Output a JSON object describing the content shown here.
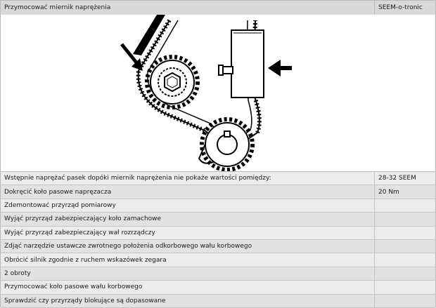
{
  "header": {
    "title": "Przymocować miernik naprężenia",
    "tool": "SEEM-o-tronic"
  },
  "diagram": {
    "stroke": "#000000"
  },
  "steps": [
    {
      "text": "Wstępnie naprężać pasek dopóki miernik naprężenia nie pokaże wartości pomiędzy:",
      "value": "28-32 SEEM"
    },
    {
      "text": "Dokręcić koło pasowe napręzacza",
      "value": "20 Nm"
    },
    {
      "text": "Zdemontować przyrząd pomiarowy",
      "value": ""
    },
    {
      "text": "Wyjąć przyrząd zabezpieczający koło zamachowe",
      "value": ""
    },
    {
      "text": "Wyjąć przyrząd zabezpieczający wał rozrządczy",
      "value": ""
    },
    {
      "text": "Zdjąć narzędzie ustawcze zwrotnego położenia odkorbowego wału korbowego",
      "value": ""
    },
    {
      "text": "Obrócić silnik zgodnie z ruchem wskazówek zegara",
      "value": ""
    },
    {
      "text": "2 obroty",
      "value": ""
    },
    {
      "text": "Przymocować koło pasowe wału korbowego",
      "value": ""
    },
    {
      "text": "Sprawdzić czy przyrządy blokujące są dopasowane",
      "value": ""
    }
  ]
}
